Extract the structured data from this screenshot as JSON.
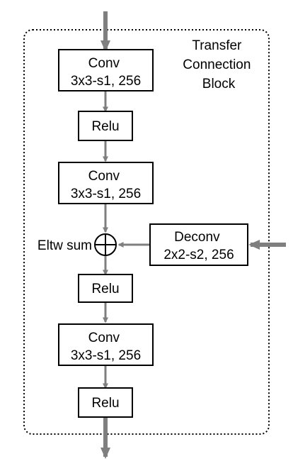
{
  "block": {
    "title_lines": [
      "Transfer",
      "Connection",
      "Block"
    ]
  },
  "nodes": {
    "conv1": {
      "lines": [
        "Conv",
        "3x3-s1, 256"
      ]
    },
    "relu1": {
      "lines": [
        "Relu"
      ]
    },
    "conv2": {
      "lines": [
        "Conv",
        "3x3-s1, 256"
      ]
    },
    "deconv": {
      "lines": [
        "Deconv",
        "2x2-s2, 256"
      ]
    },
    "relu2": {
      "lines": [
        "Relu"
      ]
    },
    "conv3": {
      "lines": [
        "Conv",
        "3x3-s1, 256"
      ]
    },
    "relu3": {
      "lines": [
        "Relu"
      ]
    }
  },
  "eltw": {
    "label": "Eltw sum",
    "symbol": "circle-plus"
  },
  "colors": {
    "arrow": "#7f7f7f",
    "box_border": "#000000",
    "dashed_border": "#000000",
    "text": "#000000"
  }
}
